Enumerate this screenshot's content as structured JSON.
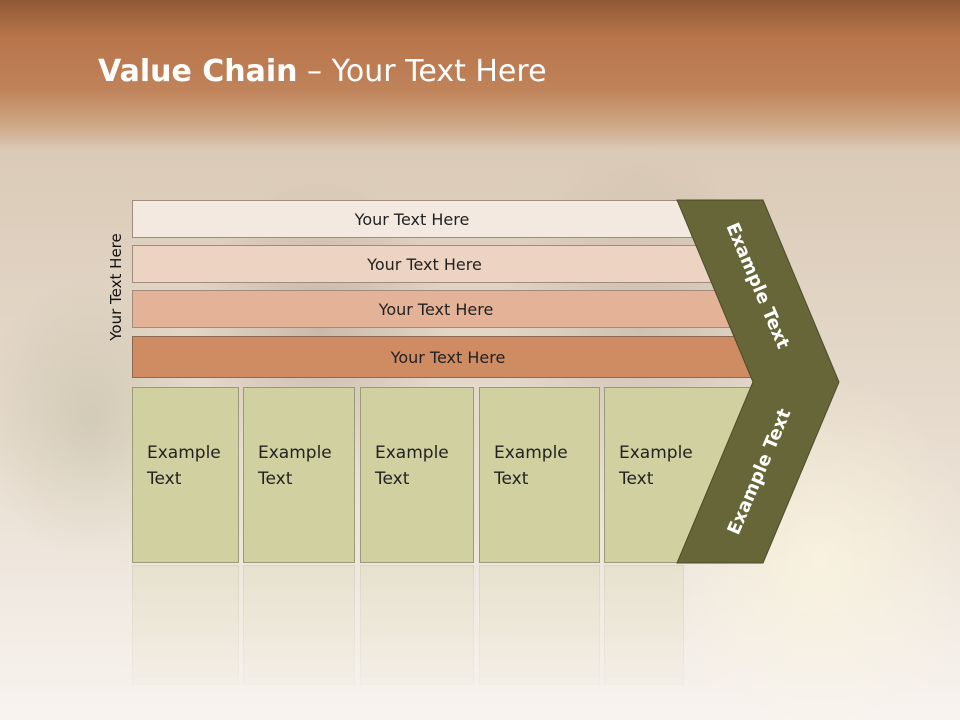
{
  "slide": {
    "title_bold": "Value Chain",
    "title_rest": " – Your Text Here",
    "side_label": "Your Text Here"
  },
  "bands": [
    {
      "label": "Your Text Here",
      "color": "#f4e9e1"
    },
    {
      "label": "Your Text Here",
      "color": "#ecd3c2"
    },
    {
      "label": "Your Text Here",
      "color": "#e3b297"
    },
    {
      "label": "Your Text Here",
      "color": "#cf8c63"
    }
  ],
  "columns": [
    {
      "line1": "Example",
      "line2": "Text"
    },
    {
      "line1": "Example",
      "line2": "Text"
    },
    {
      "line1": "Example",
      "line2": "Text"
    },
    {
      "line1": "Example",
      "line2": "Text"
    },
    {
      "line1": "Example",
      "line2": "Text"
    }
  ],
  "chevron": {
    "upper_label": "Example Text",
    "lower_label": "Example Text",
    "color": "#666638"
  },
  "colors": {
    "header": "#b8744a",
    "column_fill": "#d0d0a0"
  }
}
